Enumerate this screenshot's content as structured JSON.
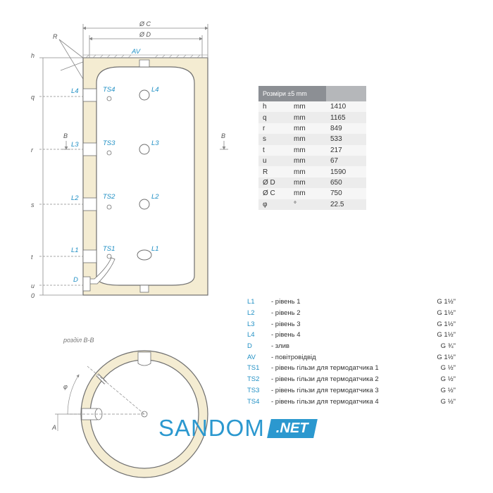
{
  "diagram": {
    "dims": {
      "c": "Ø C",
      "d": "Ø D",
      "r": "R",
      "h": "h",
      "q": "q",
      "r_level": "r",
      "s": "s",
      "t": "t",
      "u": "u",
      "zero": "0"
    },
    "section_mark": "B",
    "section_title": "розділ В-В",
    "angle_label": "φ",
    "side_marker": "A",
    "ports": {
      "av": "AV",
      "l1": "L1",
      "l2": "L2",
      "l3": "L3",
      "l4": "L4",
      "d": "D",
      "ts1": "TS1",
      "ts2": "TS2",
      "ts3": "TS3",
      "ts4": "TS4"
    },
    "colors": {
      "insulation": "#f4ecd2",
      "outline": "#6f6f6f",
      "label": "#1f8fc4",
      "dim": "#8a8a8a"
    }
  },
  "dimensions_table": {
    "header": "Розміри ±5 mm",
    "rows": [
      [
        "h",
        "mm",
        "1410"
      ],
      [
        "q",
        "mm",
        "1165"
      ],
      [
        "r",
        "mm",
        "849"
      ],
      [
        "s",
        "mm",
        "533"
      ],
      [
        "t",
        "mm",
        "217"
      ],
      [
        "u",
        "mm",
        "67"
      ],
      [
        "R",
        "mm",
        "1590"
      ],
      [
        "Ø D",
        "mm",
        "650"
      ],
      [
        "Ø C",
        "mm",
        "750"
      ],
      [
        "φ",
        "°",
        "22.5"
      ]
    ]
  },
  "legend": [
    {
      "code": "L1",
      "desc": "- рівень 1",
      "size": "G 1½\""
    },
    {
      "code": "L2",
      "desc": "- рівень 2",
      "size": "G 1½\""
    },
    {
      "code": "L3",
      "desc": "- рівень 3",
      "size": "G 1½\""
    },
    {
      "code": "L4",
      "desc": "- рівень 4",
      "size": "G 1½\""
    },
    {
      "code": "D",
      "desc": "- злив",
      "size": "G ¾\""
    },
    {
      "code": "AV",
      "desc": "- повітровідвід",
      "size": "G 1½\""
    },
    {
      "code": "TS1",
      "desc": "- рівень гільзи для термодатчика 1",
      "size": "G ½\""
    },
    {
      "code": "TS2",
      "desc": "- рівень гільзи для термодатчика 2",
      "size": "G ½\""
    },
    {
      "code": "TS3",
      "desc": "- рівень гільзи для термодатчика 3",
      "size": "G ½\""
    },
    {
      "code": "TS4",
      "desc": "- рівень гільзи для термодатчика 4",
      "size": "G ½\""
    }
  ],
  "brand": {
    "word": "SANDOM",
    "suffix": ".NET",
    "color": "#2b98cf"
  }
}
